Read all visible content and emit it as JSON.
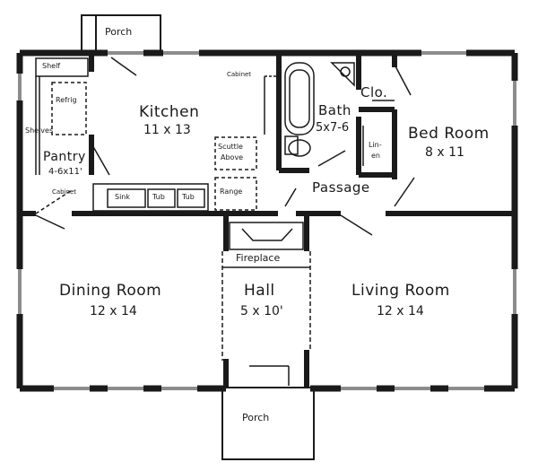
{
  "rooms": {
    "porch_top": "Porch",
    "kitchen": {
      "name": "Kitchen",
      "dim": "11 x 13"
    },
    "pantry": {
      "name": "Pantry",
      "dim": "4-6x11'"
    },
    "shelf": "Shelf",
    "refrig": "Refrig",
    "shelves": "Shelves",
    "cabinet_kitchen": "Cabinet",
    "cabinet_pantry": "Cabinet",
    "sink": "Sink",
    "tub1": "Tub",
    "tub2": "Tub",
    "scuttle": "Scuttle",
    "scuttle2": "Above",
    "range": "Range",
    "bath": {
      "name": "Bath",
      "dim": "5x7-6"
    },
    "clo": "Clo.",
    "linen1": "Lin-",
    "linen2": "en",
    "bedroom": {
      "name": "Bed Room",
      "dim": "8 x 11"
    },
    "passage": "Passage",
    "fireplace": "Fireplace",
    "hall": {
      "name": "Hall",
      "dim": "5 x 10'"
    },
    "dining": {
      "name": "Dining Room",
      "dim": "12 x 14"
    },
    "living": {
      "name": "Living Room",
      "dim": "12 x 14"
    },
    "porch_bottom": "Porch"
  }
}
